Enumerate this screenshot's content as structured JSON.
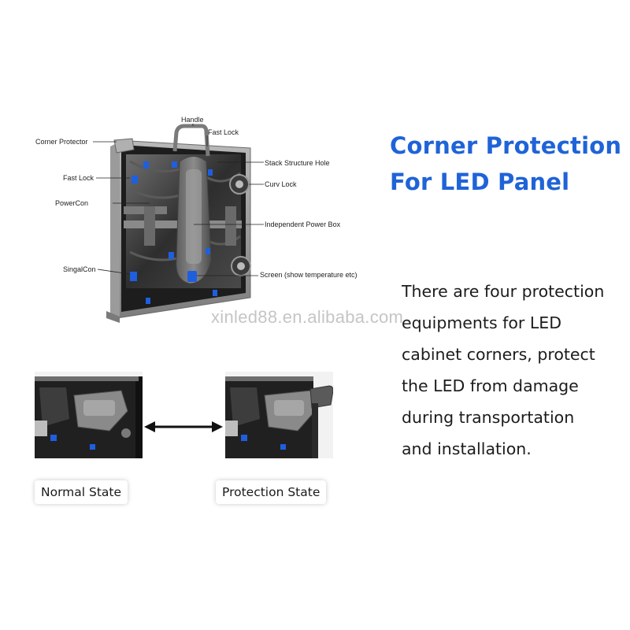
{
  "diagram": {
    "callouts": {
      "handle": "Handle",
      "fast_lock_top": "Fast Lock",
      "corner_protector": "Corner Protector",
      "fast_lock_left": "Fast Lock",
      "powercon": "PowerCon",
      "singalcon": "SingalCon",
      "stack_structure_hole": "Stack Structure Hole",
      "curv_lock": "Curv Lock",
      "independent_power_box": "Independent Power Box",
      "screen": "Screen (show temperature etc)"
    }
  },
  "heading": {
    "line1": "Corner Protection",
    "line2": "For LED Panel"
  },
  "description": {
    "lines": [
      "There are four protection",
      "equipments for LED",
      "cabinet corners, protect",
      "the LED from damage",
      "during transportation",
      "and installation."
    ]
  },
  "watermark": "xinled88.en.alibaba.com",
  "states": {
    "normal_label": "Normal State",
    "protection_label": "Protection State"
  },
  "colors": {
    "heading": "#1f63d8",
    "accent_blue": "#1e5fe0"
  }
}
